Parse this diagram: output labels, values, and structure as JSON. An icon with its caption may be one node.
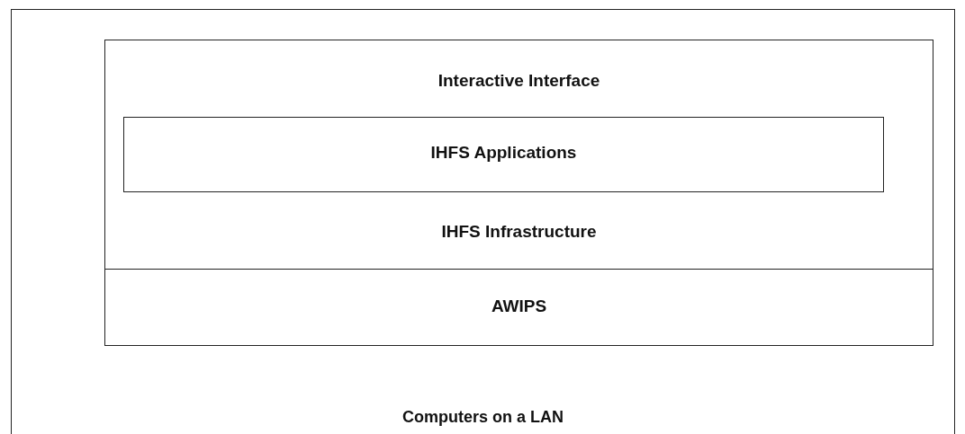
{
  "diagram": {
    "nodes": [
      {
        "text": [
          "Computers on a LAN"
        ]
      },
      {
        "text": [
          "Interactive Interface"
        ],
        "in": 0
      },
      {
        "text": [
          "IHFS Infrastructure"
        ],
        "in": 0
      },
      {
        "text": [
          "IHFS Applications"
        ],
        "in": 2
      },
      {
        "text": [
          "AWIPS"
        ],
        "in": 0
      }
    ]
  }
}
